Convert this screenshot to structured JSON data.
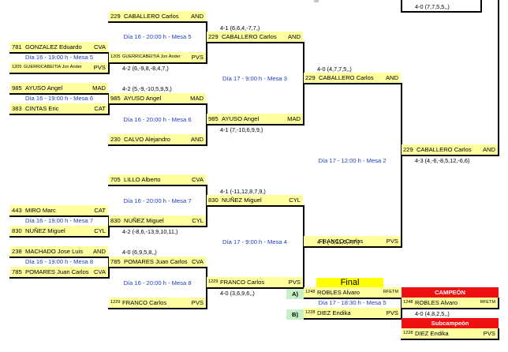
{
  "r1": {
    "match1": {
      "p1": {
        "seed": "781",
        "name": "GONZALEZ Eduardo",
        "team": "CVA"
      },
      "info": "Día 16 - 19:00 h - Mesa 5",
      "p2": {
        "seed": "1205",
        "name": "GUERRICABEITIA Jon Ander",
        "team": "PVS"
      },
      "result": "4-2 (6,-9,8,-8,4,7,)"
    },
    "match2": {
      "p1": {
        "seed": "985",
        "name": "AYUSO Angel",
        "team": "MAD"
      },
      "info": "Día 16 - 19:00 h - Mesa 6",
      "p2": {
        "seed": "383",
        "name": "CINTAS Eric",
        "team": "CAT"
      }
    },
    "match3": {
      "p1": {
        "seed": "443",
        "name": "MIRO Marc",
        "team": "CAT"
      },
      "info": "Día 16 - 19:00 h - Mesa 7",
      "p2": {
        "seed": "830",
        "name": "NUÑEZ Miguel",
        "team": "CYL"
      }
    },
    "match4": {
      "p1": {
        "seed": "238",
        "name": "MACHADO Jose Luis",
        "team": "AND"
      },
      "info": "Día 16 - 19:00 h - Mesa 8",
      "p2": {
        "seed": "785",
        "name": "POMARES Juan Carlos",
        "team": "CVA"
      }
    }
  },
  "r2": {
    "match1": {
      "p1": {
        "seed": "229",
        "name": "CABALLERO Carlos",
        "team": "AND"
      },
      "info": "Día 16 - 20:00 h - Mesa 5",
      "p2": {
        "seed": "1205",
        "name": "GUERRICABEITIA Jon Ander",
        "team": "PVS"
      }
    },
    "match2": {
      "p1": {
        "seed": "985",
        "name": "AYUSO Angel",
        "team": "MAD"
      },
      "p1_result": "4-2 (5,-9,-10,5,9,5,)",
      "info": "Día 16 - 20:00 h - Mesa 6",
      "p2": {
        "seed": "230",
        "name": "CALVO Alejandro",
        "team": "AND"
      }
    },
    "match3": {
      "p1": {
        "seed": "705",
        "name": "LILLO Alberto",
        "team": "CVA"
      },
      "info": "Día 16 - 20:00 h - Mesa 7",
      "p2": {
        "seed": "830",
        "name": "NUÑEZ Miguel",
        "team": "CYL"
      },
      "result": "4-2 (-8,6,-13,9,10,11,)"
    },
    "match4": {
      "p1": {
        "seed": "785",
        "name": "POMARES Juan Carlos",
        "team": "CVA"
      },
      "p1_result": "4-0 (6,9,5,8,,)",
      "info": "Día 16 - 20:00 h - Mesa 8",
      "p2": {
        "seed": "1229",
        "name": "FRANCO Carlos",
        "team": "PVS"
      }
    }
  },
  "r3": {
    "match1": {
      "p1": {
        "seed": "229",
        "name": "CABALLERO Carlos",
        "team": "AND"
      },
      "p1_result": "4-1 (6,6,4,-7,7,)",
      "info": "Día 17 - 9:00 h - Mesa 3",
      "p2": {
        "seed": "985",
        "name": "AYUSO Angel",
        "team": "MAD"
      },
      "result": "4-1 (7,-10,6,9,9,)"
    },
    "match2": {
      "p1": {
        "seed": "830",
        "name": "NUÑEZ Miguel",
        "team": "CYL"
      },
      "p1_result": "4-1 (-11,12,8,7,9,)",
      "info": "Día 17 - 9:00 h - Mesa 4",
      "p2": {
        "seed": "1229",
        "name": "FRANCO Carlos",
        "team": "PVS"
      },
      "result": "4-0 (3,6,9,6,,)"
    }
  },
  "r4": {
    "match1": {
      "p1": {
        "seed": "229",
        "name": "CABALLERO Carlos",
        "team": "AND"
      },
      "p1_result": "4-0 (4,7,7,5,,)",
      "info": "Día 17 - 12:00 h - Mesa 2",
      "p2": {
        "name": "FRANCO Carlos",
        "team": "PVS"
      },
      "result": "4-1 (-5,11,6,7,7,)"
    }
  },
  "r5": {
    "winner": {
      "seed": "229",
      "name": "CABALLERO Carlos",
      "team": "AND"
    },
    "result": "4-3 (4,-6,-8,5,12,-6,6)",
    "top_result": "4-0 (7,7,5,5,,)"
  },
  "final": {
    "title": "Final",
    "a_label": "A)",
    "b_label": "B)",
    "p1": {
      "seed": "1248",
      "name": "ROBLES Alvaro",
      "team": "RFETM"
    },
    "info": "Día 17 - 18:30 h - Mesa 5",
    "p2": {
      "seed": "1228",
      "name": "DIEZ Endika",
      "team": "PVS"
    },
    "result": "4-0 (4,8,2,5,,)"
  },
  "podium": {
    "champion_label": "CAMPEÓN",
    "champion": {
      "seed": "1248",
      "name": "ROBLES Alvaro",
      "team": "RFETM"
    },
    "runner_up_label": "Subcampeón",
    "runner_up": {
      "seed": "1228",
      "name": "DIEZ Endika",
      "team": "PVS"
    }
  },
  "colors": {
    "player_bg": "#ffffa0",
    "info_text": "#1d3fbf",
    "champion_bg": "#ee1111",
    "final_bg": "#ffff00",
    "ab_bg": "#c8f0c8"
  }
}
